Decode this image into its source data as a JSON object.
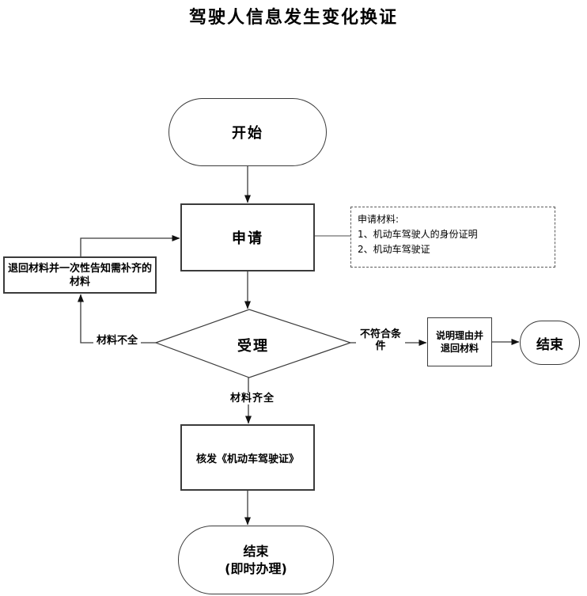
{
  "title": "驾驶人信息发生变化换证",
  "colors": {
    "background": "#ffffff",
    "line": "#3b3b3b",
    "note_line": "#707070",
    "text": "#000000"
  },
  "nodes": {
    "start": {
      "type": "terminator",
      "label": "开始"
    },
    "apply": {
      "type": "process",
      "label": "申请"
    },
    "materials_note": {
      "type": "note",
      "lines": [
        "申请材料:",
        "1、机动车驾驶人的身份证明",
        "2、机动车驾驶证"
      ]
    },
    "return_materials": {
      "type": "process",
      "label": "退回材料并一次性告知需补齐的材料"
    },
    "review": {
      "type": "decision",
      "label": "受理"
    },
    "explain_return": {
      "type": "process",
      "lines": [
        "说明理由并",
        "退回材料"
      ]
    },
    "end_right": {
      "type": "terminator",
      "label": "结束"
    },
    "issue_license": {
      "type": "process",
      "label": "核发《机动车驾驶证》"
    },
    "end_bottom": {
      "type": "terminator",
      "lines": [
        "结束",
        "(即时办理)"
      ]
    }
  },
  "edge_labels": {
    "materials_incomplete": "材料不全",
    "not_meet_conditions": "不符合条件",
    "materials_complete": "材料齐全"
  }
}
